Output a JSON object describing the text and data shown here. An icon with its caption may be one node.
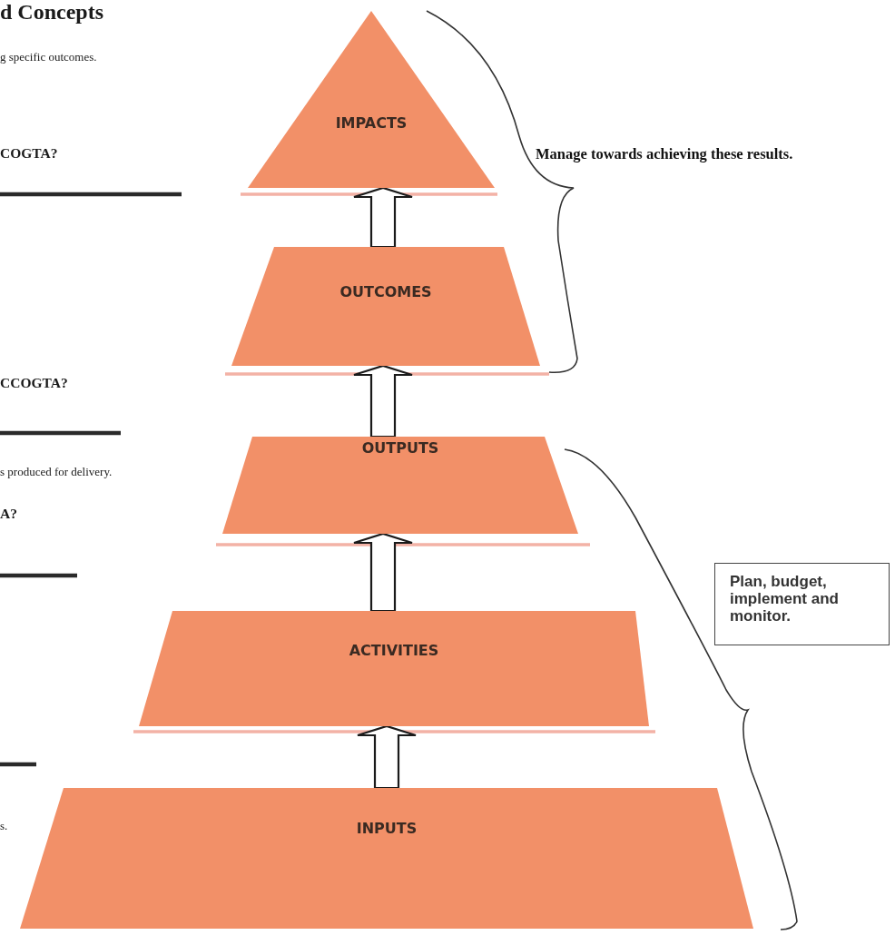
{
  "diagram": {
    "title": "d Concepts",
    "nodes": [
      {
        "text": [
          "IMPACTS"
        ]
      },
      {
        "text": [
          "Manage towards achieving these results."
        ]
      },
      {
        "text": [
          "OUTCOMES"
        ]
      },
      {
        "text": [
          "OUTPUTS"
        ]
      },
      {
        "text": [
          "Plan, budget, implement and monitor."
        ]
      },
      {
        "text": [
          "ACTIVITIES"
        ]
      },
      {
        "text": [
          "INPUTS"
        ]
      }
    ],
    "edges": [
      {
        "from": 6,
        "to": 5,
        "arrow": "to"
      },
      {
        "from": 5,
        "to": 3,
        "arrow": "to"
      },
      {
        "from": 3,
        "to": 2,
        "arrow": "to"
      },
      {
        "from": 2,
        "to": 0,
        "arrow": "to"
      }
    ],
    "labels": [
      "g specific outcomes.",
      "COGTA?",
      "CCOGTA?",
      "s produced for delivery.",
      "A?",
      "s."
    ]
  }
}
